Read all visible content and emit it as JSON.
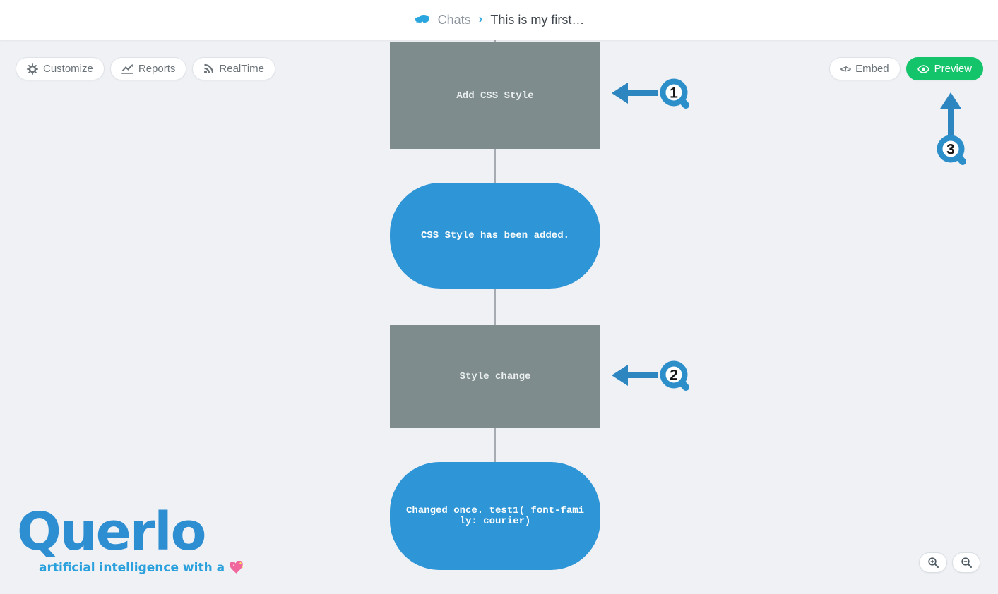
{
  "header": {
    "app_section": "Chats",
    "separator": "›",
    "chat_title": "This is my first…"
  },
  "toolbar": {
    "customize_label": "Customize",
    "reports_label": "Reports",
    "realtime_label": "RealTime",
    "embed_label": "Embed",
    "embed_glyph": "</>",
    "preview_label": "Preview"
  },
  "flow": {
    "nodes": [
      {
        "kind": "action-block",
        "label": "Add CSS Style"
      },
      {
        "kind": "bot-message",
        "label": "CSS Style has been added."
      },
      {
        "kind": "action-block",
        "label": "Style change"
      },
      {
        "kind": "bot-message",
        "label": "Changed once. test1( font-family: courier)"
      }
    ]
  },
  "annotations": {
    "markers": [
      "1",
      "2",
      "3"
    ]
  },
  "branding": {
    "wordmark": "Querlo",
    "tagline": "artificial intelligence with a"
  },
  "colors": {
    "node_blue": "#2e95d6",
    "node_gray": "#7e8c8d",
    "annotation_blue": "#2e86c1",
    "marker_ring_blue": "#2d8fc9",
    "preview_green": "#14c46b",
    "logo_blue": "#2e8ed2",
    "background": "#eff1f5"
  }
}
